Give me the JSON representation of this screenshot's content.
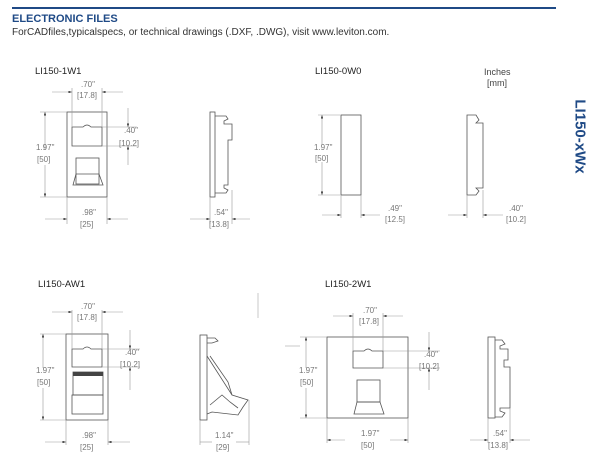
{
  "header": {
    "title": "ELECTRONIC FILES",
    "subtitle": "ForCADfiles,typicalspecs, or technical drawings (.DXF, .DWG), visit www.leviton.com.",
    "accent_color": "#1f4a86"
  },
  "units": {
    "line1": "Inches",
    "line2": "[mm]"
  },
  "side_title": "LI150-xWx",
  "drawings": {
    "d1": {
      "label": "LI150-1W1",
      "w_in": ".70\"",
      "w_mm": "[17.8]",
      "h_in": "1.97\"",
      "h_mm": "[50]",
      "o_in": ".40\"",
      "o_mm": "[10.2]",
      "b_in": ".98\"",
      "b_mm": "[25]",
      "s_in": ".54\"",
      "s_mm": "[13.8]"
    },
    "d2": {
      "label": "LI150-0W0",
      "h_in": "1.97\"",
      "h_mm": "[50]",
      "b_in": ".49\"",
      "b_mm": "[12.5]",
      "s_in": ".40\"",
      "s_mm": "[10.2]"
    },
    "d3": {
      "label": "LI150-AW1",
      "w_in": ".70\"",
      "w_mm": "[17.8]",
      "h_in": "1.97\"",
      "h_mm": "[50]",
      "o_in": ".40\"",
      "o_mm": "[10.2]",
      "b_in": ".98\"",
      "b_mm": "[25]",
      "s_in": "1.14\"",
      "s_mm": "[29]"
    },
    "d4": {
      "label": "LI150-2W1",
      "w_in": ".70\"",
      "w_mm": "[17.8]",
      "h_in": "1.97\"",
      "h_mm": "[50]",
      "o_in": ".40\"",
      "o_mm": "[10.2]",
      "b_in": "1.97\"",
      "b_mm": "[50]",
      "s_in": ".54\"",
      "s_mm": "[13.8]"
    }
  }
}
